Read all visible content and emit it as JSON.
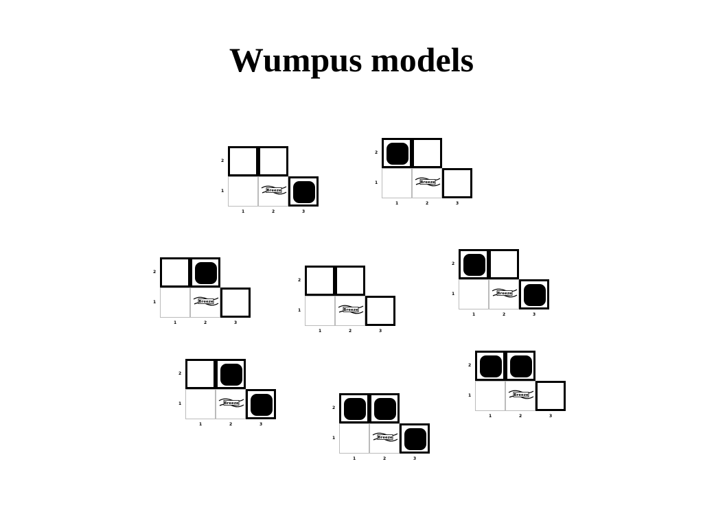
{
  "title": "Wumpus models",
  "breeze_label": "Breeze",
  "y_tick_labels": [
    "2",
    "1"
  ],
  "x_tick_labels": [
    "1",
    "2",
    "3"
  ],
  "models": [
    {
      "pits": {
        "1,3": false,
        "2,2": false,
        "3,1": true
      }
    },
    {
      "pits": {
        "1,3": true,
        "2,2": false,
        "3,1": false
      }
    },
    {
      "pits": {
        "1,3": false,
        "2,2": true,
        "3,1": false
      }
    },
    {
      "pits": {
        "1,3": false,
        "2,2": false,
        "3,1": false
      }
    },
    {
      "pits": {
        "1,3": true,
        "2,2": false,
        "3,1": true
      }
    },
    {
      "pits": {
        "1,3": false,
        "2,2": true,
        "3,1": true
      }
    },
    {
      "pits": {
        "1,3": true,
        "2,2": true,
        "3,1": true
      }
    },
    {
      "pits": {
        "1,3": true,
        "2,2": true,
        "3,1": false
      }
    }
  ]
}
